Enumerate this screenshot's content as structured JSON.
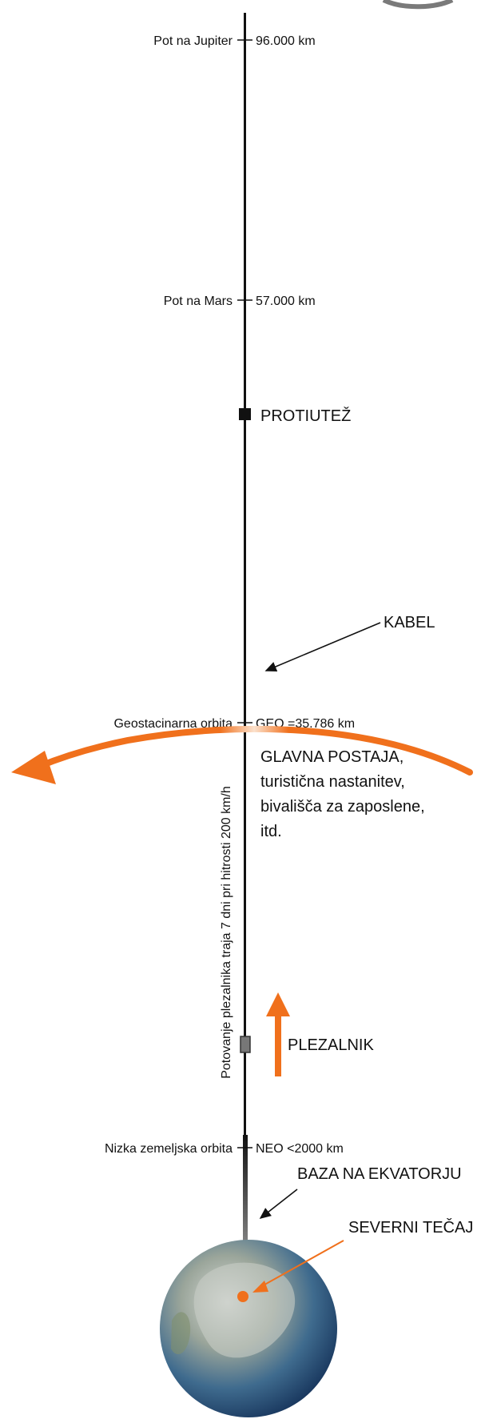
{
  "colors": {
    "accent": "#f0701c",
    "cable": "#111111"
  },
  "levels": {
    "jupiter": {
      "left": "Pot na  Jupiter",
      "right": "96.000 km"
    },
    "mars": {
      "left": "Pot na Mars",
      "right": "57.000 km"
    },
    "geo": {
      "left": "Geostacinarna orbita",
      "right": "GEO =35.786 km"
    },
    "neo": {
      "left": "Nizka zemeljska orbita",
      "right": "NEO <2000 km"
    }
  },
  "labels": {
    "counterweight": "PROTIUTEŽ",
    "cable": "KABEL",
    "station": [
      "GLAVNA POSTAJA,",
      "turistična nastanitev,",
      "bivališča za zaposlene,",
      "itd."
    ],
    "climber": "PLEZALNIK",
    "base": "BAZA NA EKVATORJU",
    "pole": "SEVERNI TEČAJ",
    "travel": "Potovanje plezalnika traja  7 dni pri hitrosti 200 km/h"
  },
  "icons": {
    "earth": "earth-globe-icon",
    "climber": "climber-box-icon",
    "counterweight": "counterweight-block-icon"
  }
}
